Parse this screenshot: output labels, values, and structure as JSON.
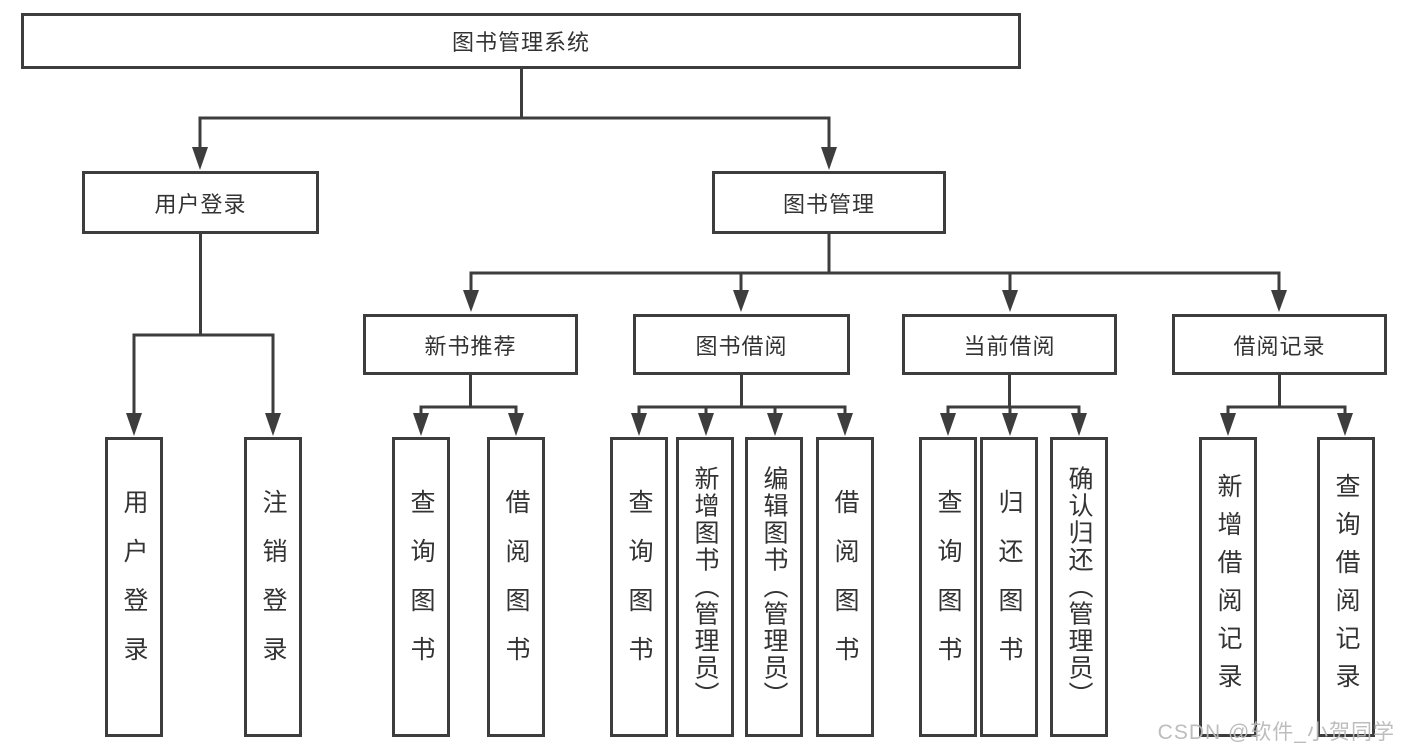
{
  "diagram_type": "hierarchy-flowchart",
  "colors": {
    "background": "#ffffff",
    "line": "#3d3d3d",
    "box_border": "#3d3d3d",
    "box_fill": "#ffffff",
    "text": "#333333",
    "watermark": "#b9b9b9"
  },
  "tree": {
    "root": {
      "label": "图书管理系统"
    },
    "children": [
      {
        "label": "用户登录",
        "children": [
          {
            "label": "用户登录"
          },
          {
            "label": "注销登录"
          }
        ]
      },
      {
        "label": "图书管理",
        "children": [
          {
            "label": "新书推荐",
            "children": [
              {
                "label": "查询图书"
              },
              {
                "label": "借阅图书"
              }
            ]
          },
          {
            "label": "图书借阅",
            "children": [
              {
                "label": "查询图书"
              },
              {
                "label": "新增图书（管理员）"
              },
              {
                "label": "编辑图书（管理员）"
              },
              {
                "label": "借阅图书"
              }
            ]
          },
          {
            "label": "当前借阅",
            "children": [
              {
                "label": "查询图书"
              },
              {
                "label": "归还图书"
              },
              {
                "label": "确认归还（管理员）"
              }
            ]
          },
          {
            "label": "借阅记录",
            "children": [
              {
                "label": "新增借阅记录"
              },
              {
                "label": "查询借阅记录"
              }
            ]
          }
        ]
      }
    ]
  },
  "watermark": "CSDN @软件_小贺同学"
}
